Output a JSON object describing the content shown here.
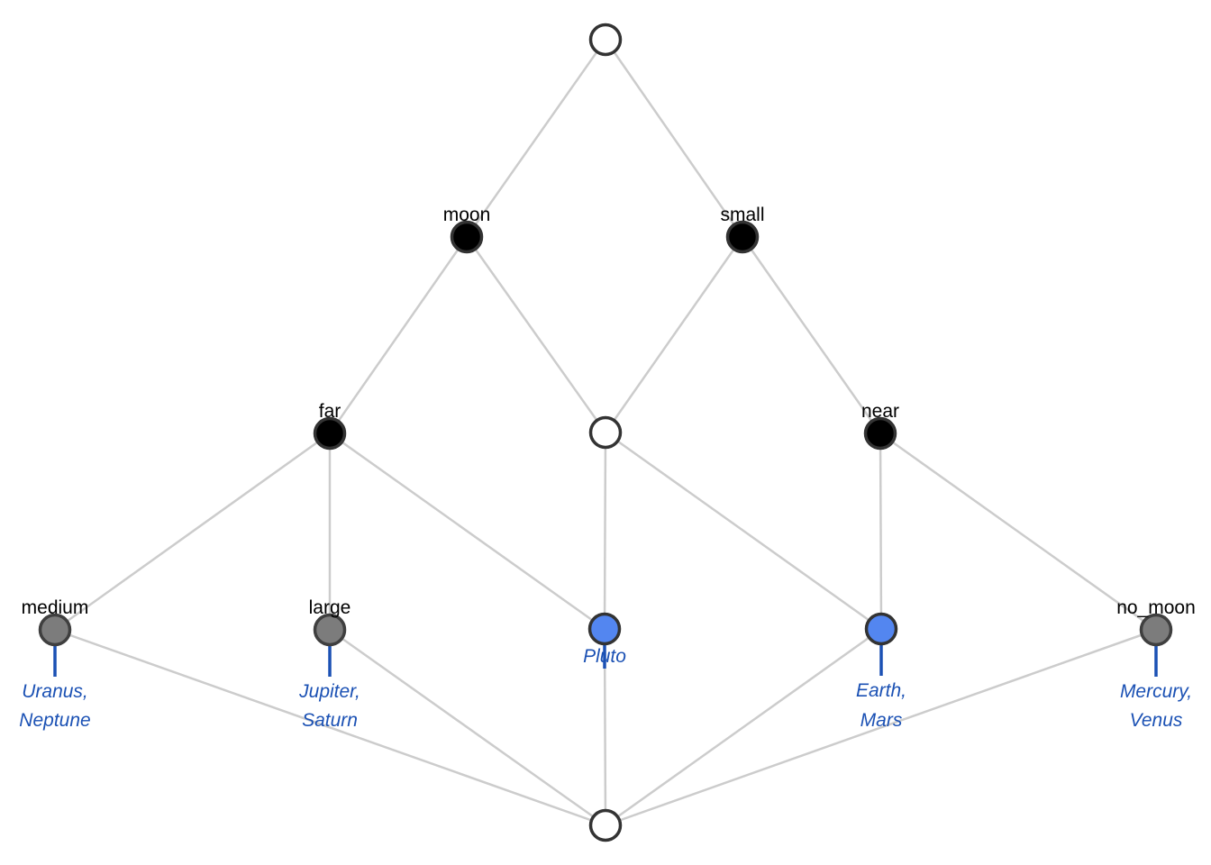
{
  "colors": {
    "edge": "#cccccc",
    "node_border": "#333333",
    "node_black": "#000000",
    "node_white": "#ffffff",
    "node_gray": "#7c7c7c",
    "node_gray_border": "#3f3f3f",
    "node_blue": "#5386f0",
    "object_blue": "#1b51b4"
  },
  "nodes": {
    "top": {
      "type": "white",
      "label": ""
    },
    "moon": {
      "type": "black",
      "label": "moon"
    },
    "small": {
      "type": "black",
      "label": "small"
    },
    "far": {
      "type": "black",
      "label": "far"
    },
    "inner": {
      "type": "white",
      "label": ""
    },
    "near": {
      "type": "black",
      "label": "near"
    },
    "medium": {
      "type": "gray",
      "label": "medium",
      "objects_line1": "Uranus,",
      "objects_line2": "Neptune"
    },
    "large": {
      "type": "gray",
      "label": "large",
      "objects_line1": "Jupiter,",
      "objects_line2": "Saturn"
    },
    "pluto": {
      "type": "blue",
      "label": "",
      "objects_line1": "Pluto"
    },
    "earth_mars": {
      "type": "blue",
      "label": "",
      "objects_line1": "Earth,",
      "objects_line2": "Mars"
    },
    "no_moon": {
      "type": "gray",
      "label": "no_moon",
      "objects_line1": "Mercury,",
      "objects_line2": "Venus"
    },
    "bottom": {
      "type": "white",
      "label": ""
    }
  },
  "edges": [
    [
      "top",
      "moon"
    ],
    [
      "top",
      "small"
    ],
    [
      "moon",
      "far"
    ],
    [
      "moon",
      "inner"
    ],
    [
      "small",
      "inner"
    ],
    [
      "small",
      "near"
    ],
    [
      "far",
      "medium"
    ],
    [
      "far",
      "large"
    ],
    [
      "far",
      "pluto"
    ],
    [
      "inner",
      "pluto"
    ],
    [
      "inner",
      "earth_mars"
    ],
    [
      "near",
      "earth_mars"
    ],
    [
      "near",
      "no_moon"
    ],
    [
      "medium",
      "bottom"
    ],
    [
      "large",
      "bottom"
    ],
    [
      "pluto",
      "bottom"
    ],
    [
      "earth_mars",
      "bottom"
    ],
    [
      "no_moon",
      "bottom"
    ]
  ]
}
